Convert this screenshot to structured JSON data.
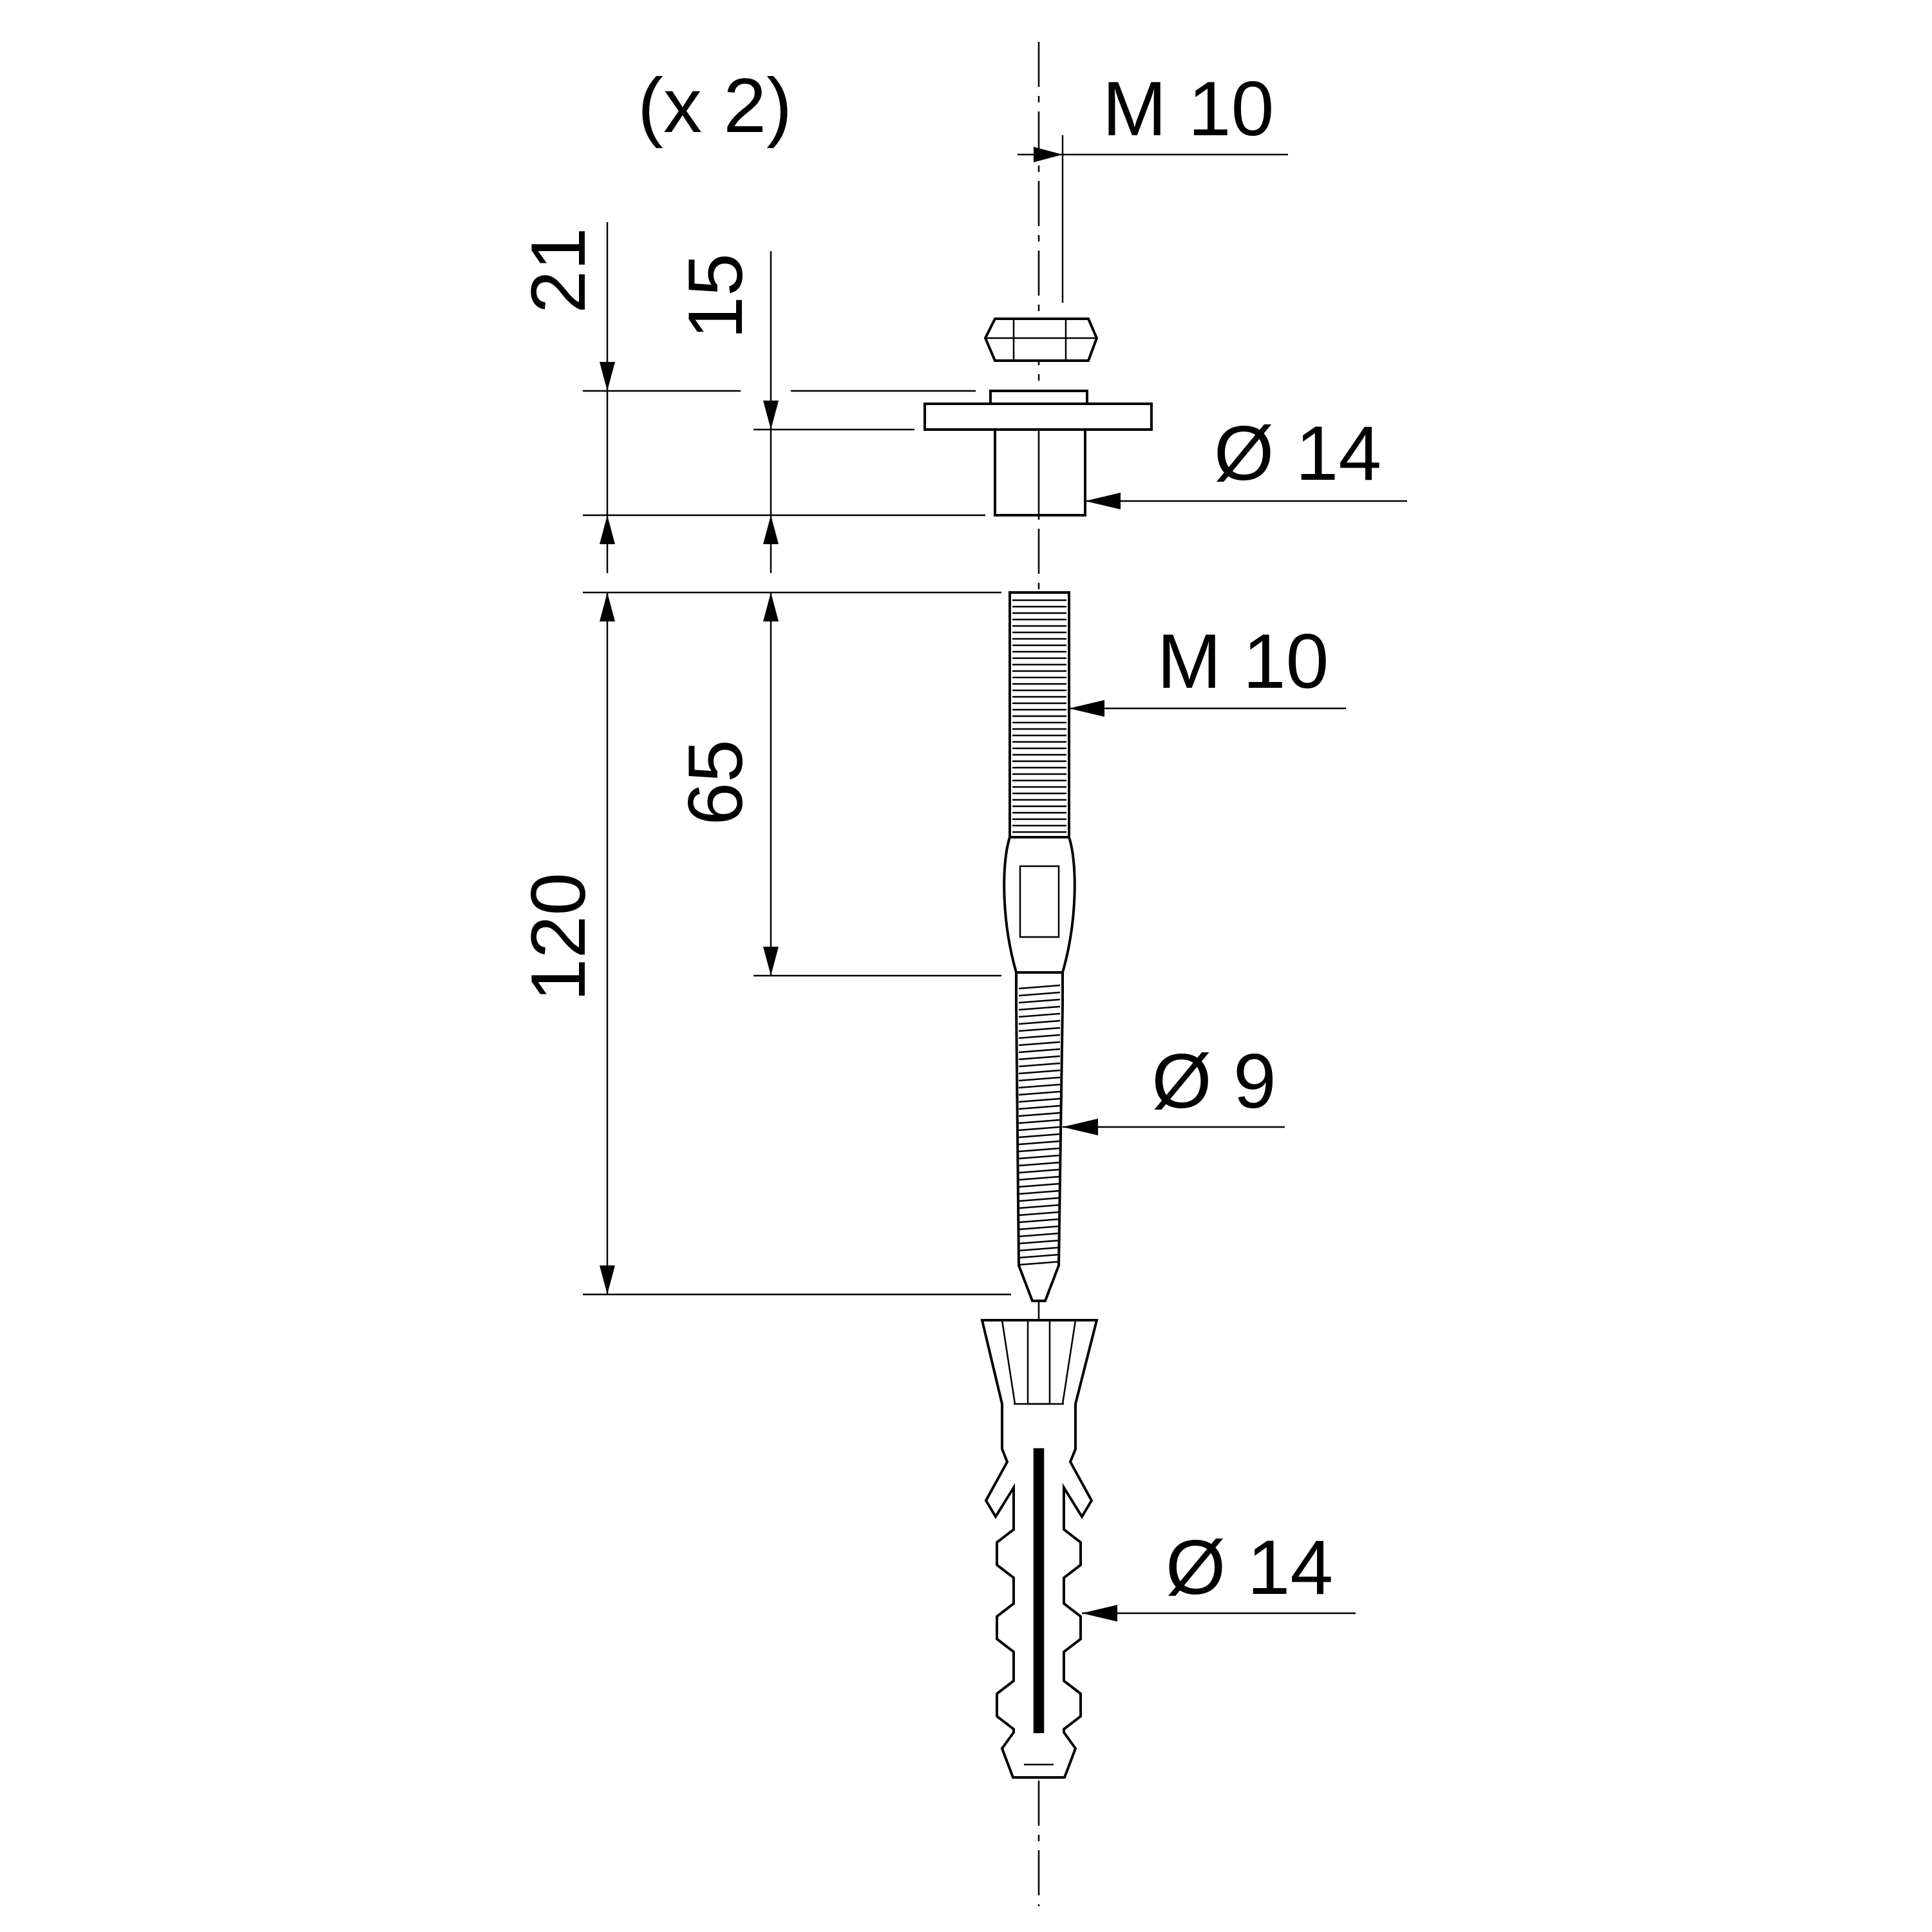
{
  "quantity": "(x 2)",
  "dimensions": {
    "nut_thread": "M 10",
    "washer_bush_diameter": "Ø 14",
    "stud_thread": "M 10",
    "screw_diameter": "Ø 9",
    "anchor_diameter": "Ø 14",
    "total_height": "21",
    "bush_height": "15",
    "thread_length": "65",
    "bolt_length": "120"
  },
  "parts": [
    "hex-nut",
    "washer-with-bush",
    "hanger-bolt",
    "wall-plug"
  ]
}
